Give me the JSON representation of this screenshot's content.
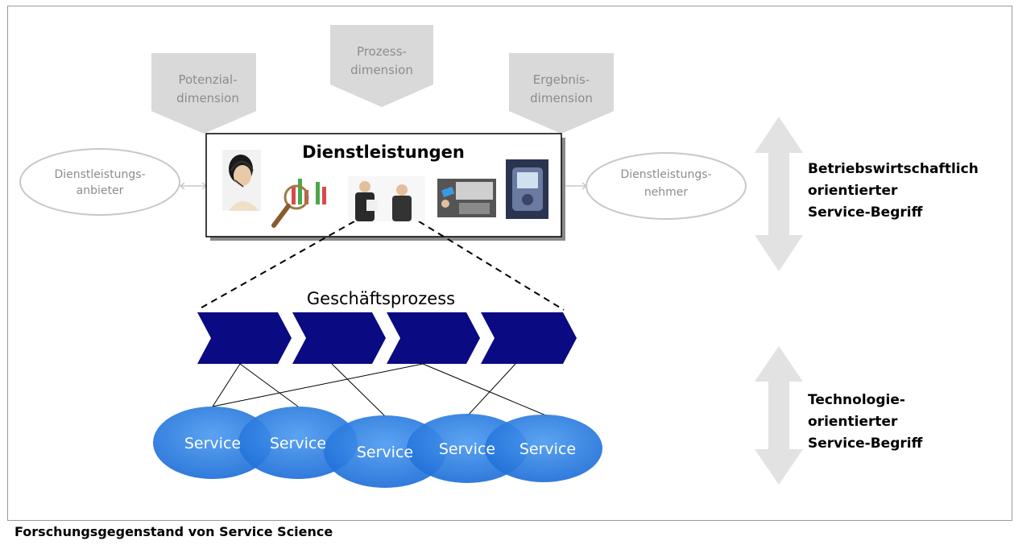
{
  "dimensions": [
    {
      "line1": "Potenzial-",
      "line2": "dimension"
    },
    {
      "line1": "Prozess-",
      "line2": "dimension"
    },
    {
      "line1": "Ergebnis-",
      "line2": "dimension"
    }
  ],
  "provider": {
    "line1": "Dienstleistungs-",
    "line2": "anbieter"
  },
  "consumer": {
    "line1": "Dienstleistungs-",
    "line2": "nehmer"
  },
  "services_box": {
    "title": "Dienstleistungen",
    "icons": [
      "headset-agent-photo",
      "magnifier-chart-icon",
      "business-meeting-photo",
      "card-terminal-photo",
      "mobile-device-photo"
    ]
  },
  "process": {
    "title": "Geschäftsprozess",
    "steps": 4
  },
  "services": [
    "Service",
    "Service",
    "Service",
    "Service",
    "Service"
  ],
  "right_labels": {
    "business": "Betriebswirtschaftlich\norientierter\nService-Begriff",
    "technology": "Technologie-\norientierter\nService-Begriff"
  },
  "caption": "Forschungsgegenstand von Service Science",
  "colors": {
    "process_blue": "#0a0a82",
    "service_blue": "#2a7be0",
    "gray_shape": "#d9d9d9",
    "gray_text": "#8c8c8c"
  }
}
